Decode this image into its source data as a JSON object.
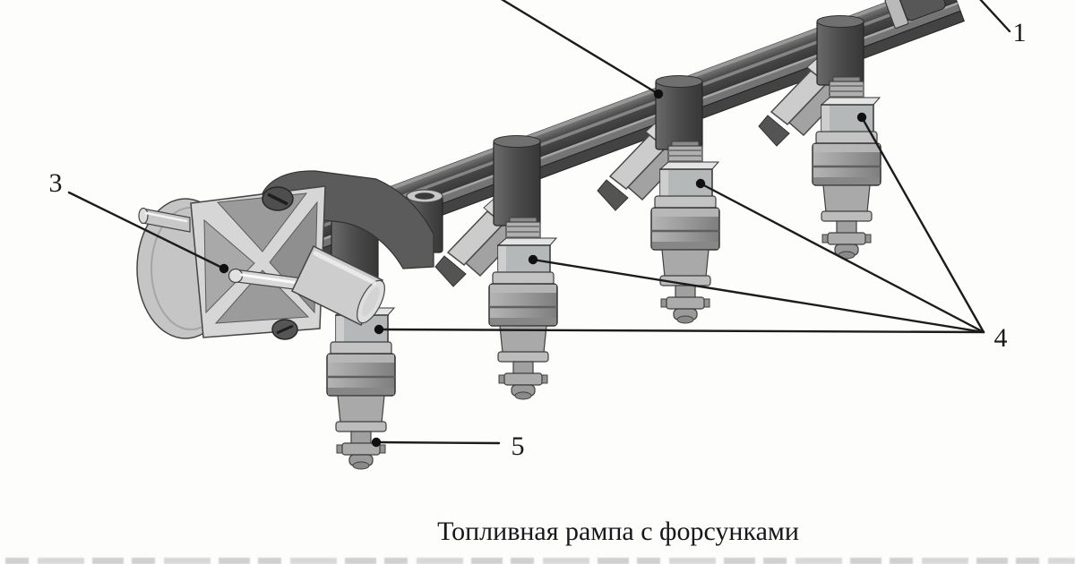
{
  "figure": {
    "caption": "Топливная рампа с форсунками",
    "callouts": [
      {
        "number": "1"
      },
      {
        "number": "3"
      },
      {
        "number": "4"
      },
      {
        "number": "5"
      }
    ],
    "colors": {
      "background": "#fdfdfc",
      "leader_line": "#1b1b1b",
      "label_text": "#1a1a1a",
      "metal_dark": "#474747",
      "metal_mid": "#9a9a9a",
      "metal_light": "#d6d6d6"
    }
  }
}
